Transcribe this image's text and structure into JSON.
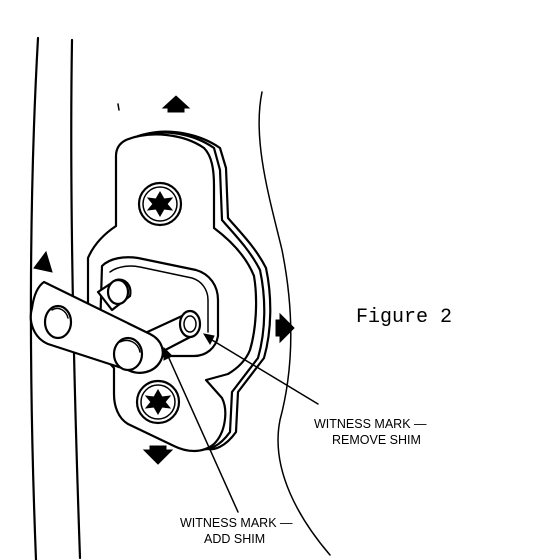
{
  "figure_label": "Figure 2",
  "callouts": {
    "remove_shim": {
      "line1": "WITNESS MARK —",
      "line2": "REMOVE SHIM"
    },
    "add_shim": {
      "line1": "WITNESS MARK —",
      "line2": "ADD SHIM"
    }
  },
  "colors": {
    "ink": "#000000",
    "paper": "#ffffff"
  },
  "adjustment_arrows": [
    "up-arrow-icon",
    "down-arrow-icon",
    "right-arrow-icon",
    "left-arrow-icon"
  ]
}
